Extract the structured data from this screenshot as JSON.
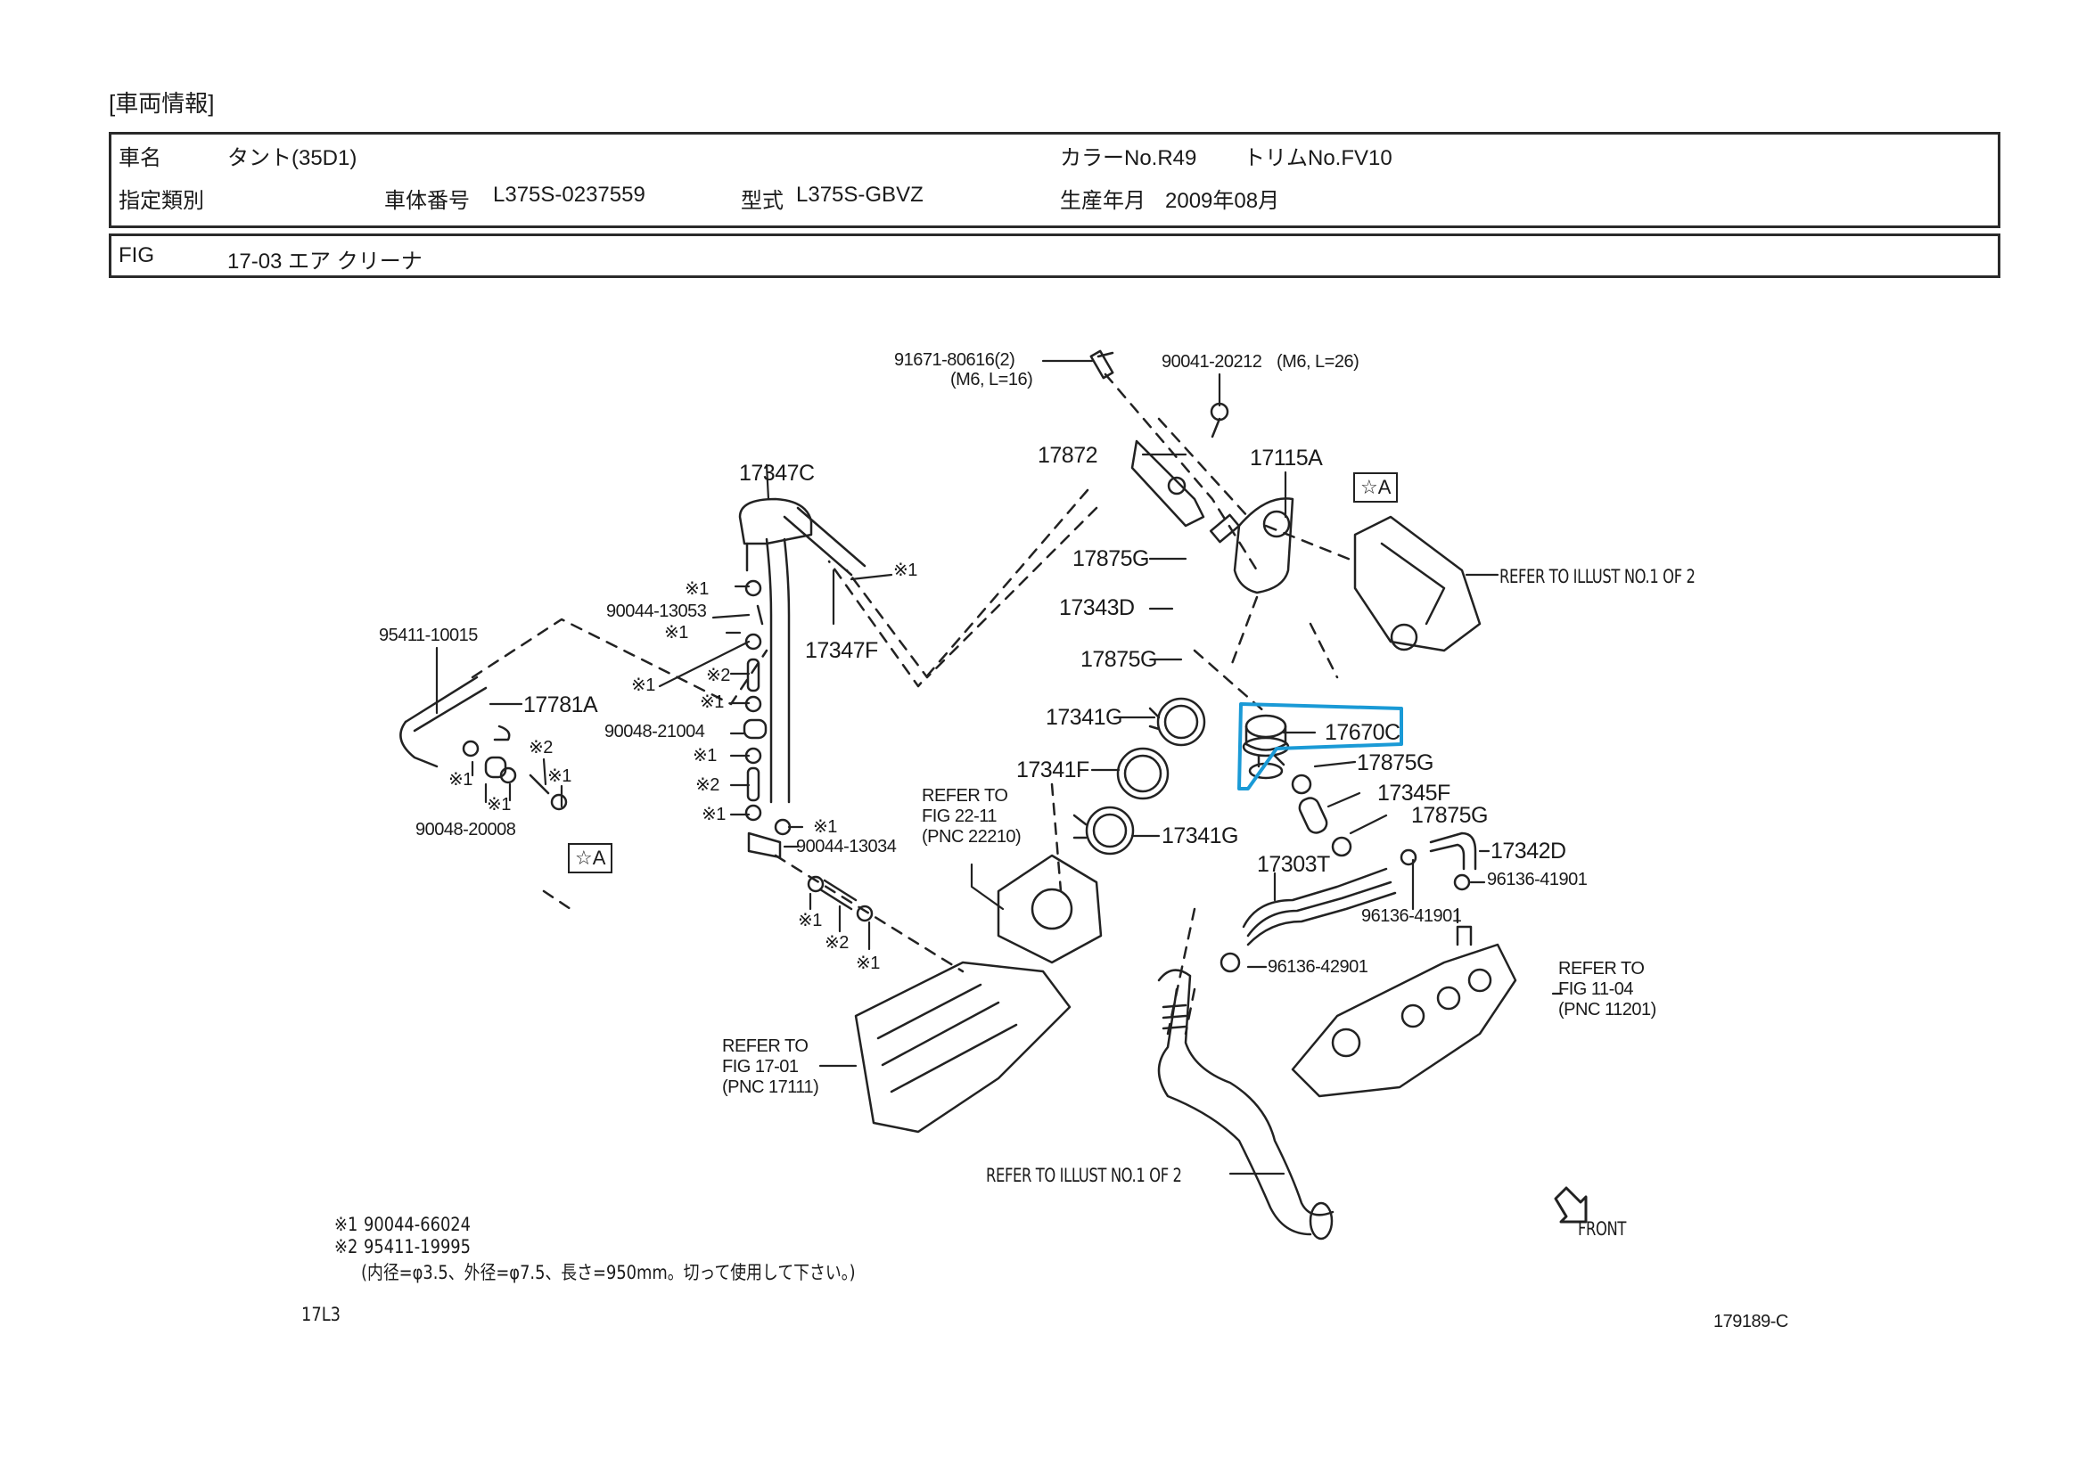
{
  "header": {
    "section_title": "[車両情報]",
    "vehicle_name_label": "車名",
    "vehicle_name": "タント(35D1)",
    "color_no": "カラーNo.R49",
    "trim_no": "トリムNo.FV10",
    "designation_label": "指定類別",
    "body_no_label": "車体番号",
    "body_no": "L375S-0237559",
    "model_label": "型式",
    "model": "L375S-GBVZ",
    "production_label": "生産年月",
    "production_date": "2009年08月",
    "fig_label": "FIG",
    "fig_title": "17-03 エア クリーナ"
  },
  "diagram": {
    "highlight_color": "#1a9ad6",
    "highlighted_part": "17670C",
    "parts": {
      "p91671": "91671-80616(2)",
      "p91671_spec": "(M6, L=16)",
      "p90041": "90041-20212",
      "p90041_spec": "(M6, L=26)",
      "p17872": "17872",
      "p17115A": "17115A",
      "p17347C": "17347C",
      "p17875G_1": "17875G",
      "p17343D": "17343D",
      "p17875G_2": "17875G",
      "p17347F": "17347F",
      "p17341G_1": "17341G",
      "p17341F": "17341F",
      "p17341G_2": "17341G",
      "p17670C": "17670C",
      "p17875G_3": "17875G",
      "p17345F": "17345F",
      "p17875G_4": "17875G",
      "p17342D": "17342D",
      "p17303T": "17303T",
      "p96136_41901_a": "96136-41901",
      "p96136_41901_b": "96136-41901",
      "p96136_42901": "96136-42901",
      "p95411_10015": "95411-10015",
      "p17781A": "17781A",
      "p90044_13053": "90044-13053",
      "p90048_21004": "90048-21004",
      "p90048_20008": "90048-20008",
      "p90044_13034": "90044-13034"
    },
    "markers": {
      "ref1": "※1",
      "ref2": "※2",
      "star_a": "☆A"
    },
    "references": {
      "illust_top": "REFER TO ILLUST NO.1 OF 2",
      "illust_bottom": "REFER TO ILLUST NO.1 OF 2",
      "fig_22_11": [
        "REFER TO",
        "FIG  22-11",
        "(PNC 22210)"
      ],
      "fig_17_01": [
        "REFER TO",
        "FIG  17-01",
        "(PNC 17111)"
      ],
      "fig_11_04": [
        "REFER TO",
        "FIG  11-04",
        "(PNC 11201)"
      ]
    },
    "front_label": "FRONT"
  },
  "footnotes": {
    "note1_mark": "※1",
    "note1_part": "90044-66024",
    "note2_mark": "※2",
    "note2_part": "95411-19995",
    "note2_detail": "(内径=φ3.5、外径=φ7.5、長さ=950mm。切って使用して下さい。)"
  },
  "footer": {
    "code_left": "17L3",
    "illustration_no": "179189-C"
  }
}
